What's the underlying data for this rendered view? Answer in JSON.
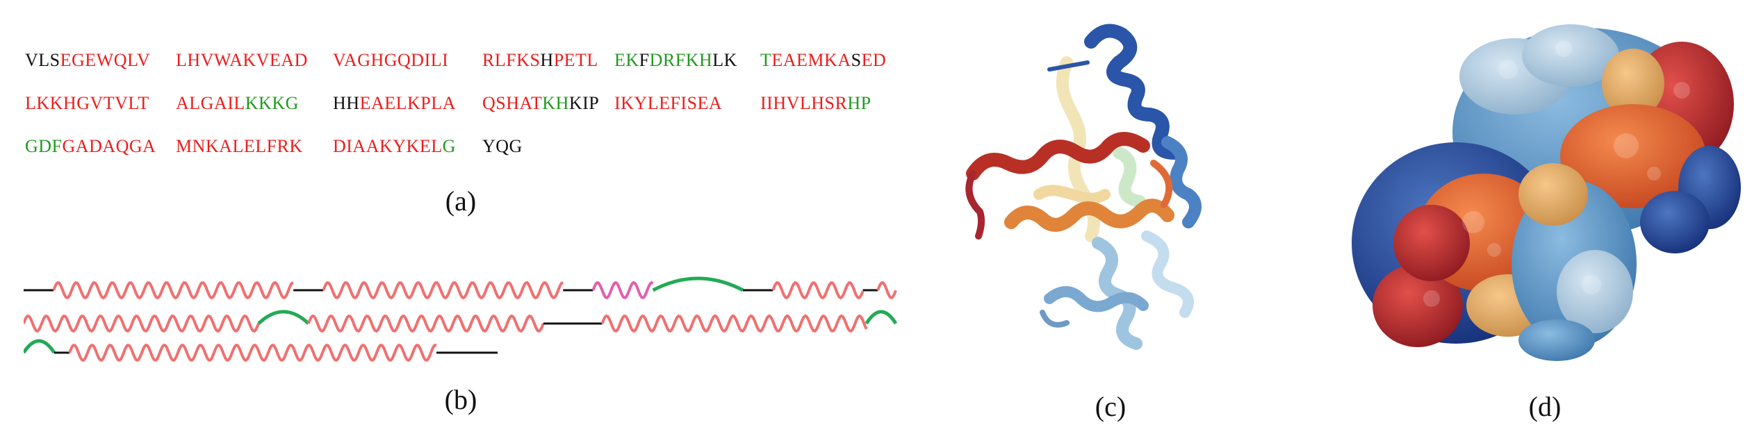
{
  "panel_a": {
    "caption": "(a)",
    "lines": [
      [
        [
          [
            "VLS",
            "k"
          ],
          [
            "EGEWQLV",
            "r"
          ]
        ],
        [
          [
            "LHVWAKVEAD",
            "r"
          ]
        ],
        [
          [
            "VAGHGQDILI",
            "r"
          ]
        ],
        [
          [
            "RLFKS",
            "r"
          ],
          [
            "H",
            "k"
          ],
          [
            "PETL",
            "r"
          ]
        ],
        [
          [
            "EK",
            "g"
          ],
          [
            "F",
            "k"
          ],
          [
            "DRFKH",
            "g"
          ],
          [
            "LK",
            "k"
          ]
        ],
        [
          [
            "T",
            "g"
          ],
          [
            "EAEMKA",
            "r"
          ],
          [
            "S",
            "k"
          ],
          [
            "ED",
            "r"
          ]
        ]
      ],
      [
        [
          [
            "LKKHGVTVLT",
            "r"
          ]
        ],
        [
          [
            "ALGAIL",
            "r"
          ],
          [
            "KKKG",
            "g"
          ]
        ],
        [
          [
            "HH",
            "k"
          ],
          [
            "EAELKPLA",
            "r"
          ]
        ],
        [
          [
            "QSHAT",
            "r"
          ],
          [
            "KH",
            "g"
          ],
          [
            "KIP",
            "k"
          ]
        ],
        [
          [
            "IKYLEFISEA",
            "r"
          ]
        ],
        [
          [
            "IIHVLHSR",
            "r"
          ],
          [
            "HP",
            "g"
          ]
        ]
      ],
      [
        [
          [
            "GDF",
            "g"
          ],
          [
            "GADAQGA",
            "r"
          ]
        ],
        [
          [
            "MNKALELFRK",
            "r"
          ]
        ],
        [
          [
            "DIAAKYKEL",
            "r"
          ],
          [
            "G",
            "g"
          ]
        ],
        [
          [
            "YQG",
            "k"
          ]
        ]
      ]
    ]
  },
  "panel_b": {
    "caption": "(b)",
    "colors": {
      "helix": "#f07070",
      "coil": "#111111",
      "turn": "#22aa55",
      "other_helix": "#e060b0"
    },
    "tracks": [
      [
        [
          "coil",
          1
        ],
        [
          "helix",
          8
        ],
        [
          "coil",
          1
        ],
        [
          "helix",
          8
        ],
        [
          "coil",
          1
        ],
        [
          "helix3",
          2
        ],
        [
          "turn",
          3
        ],
        [
          "coil",
          1
        ],
        [
          "helix",
          3
        ],
        [
          "coil",
          0.5
        ],
        [
          "helix",
          0.6
        ]
      ],
      [
        [
          "helix",
          8
        ],
        [
          "turn",
          1.7
        ],
        [
          "helix",
          8
        ],
        [
          "coil",
          2
        ],
        [
          "helix",
          9
        ],
        [
          "turn",
          1
        ]
      ],
      [
        [
          "turn",
          1
        ],
        [
          "coil",
          0.5
        ],
        [
          "helix",
          12
        ],
        [
          "coil",
          2
        ]
      ]
    ]
  },
  "panel_c": {
    "caption": "(c)"
  },
  "panel_d": {
    "caption": "(d)"
  }
}
